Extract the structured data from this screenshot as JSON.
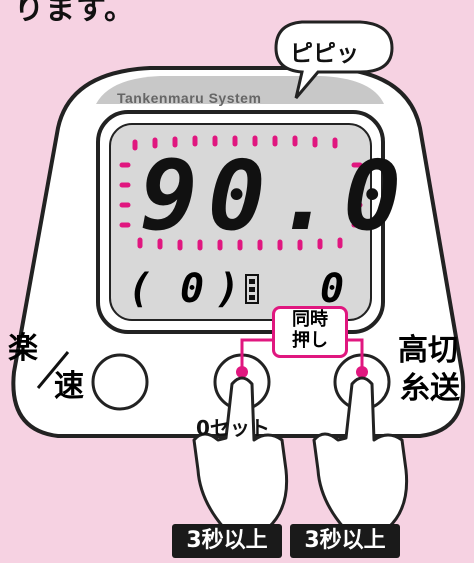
{
  "top_fragment": "ります。",
  "speech_bubble": "ピピッ",
  "brand": "Tankenmaru System",
  "display": {
    "main_value": "90.0",
    "paren_open": "(",
    "paren_value": "0",
    "paren_close": ")",
    "right_value": "0"
  },
  "left_label": {
    "top": "楽",
    "bottom": "速"
  },
  "right_label": {
    "top": "高切",
    "bottom": "糸送"
  },
  "simultaneous_press": {
    "line1": "同時",
    "line2": "押し"
  },
  "zero_reset_label": "0セット",
  "badges": [
    "3秒以上",
    "3秒以上"
  ],
  "colors": {
    "accent_pink": "#e0177f",
    "background": "#f6d2e2",
    "badge_bg": "#1a1a1a"
  }
}
